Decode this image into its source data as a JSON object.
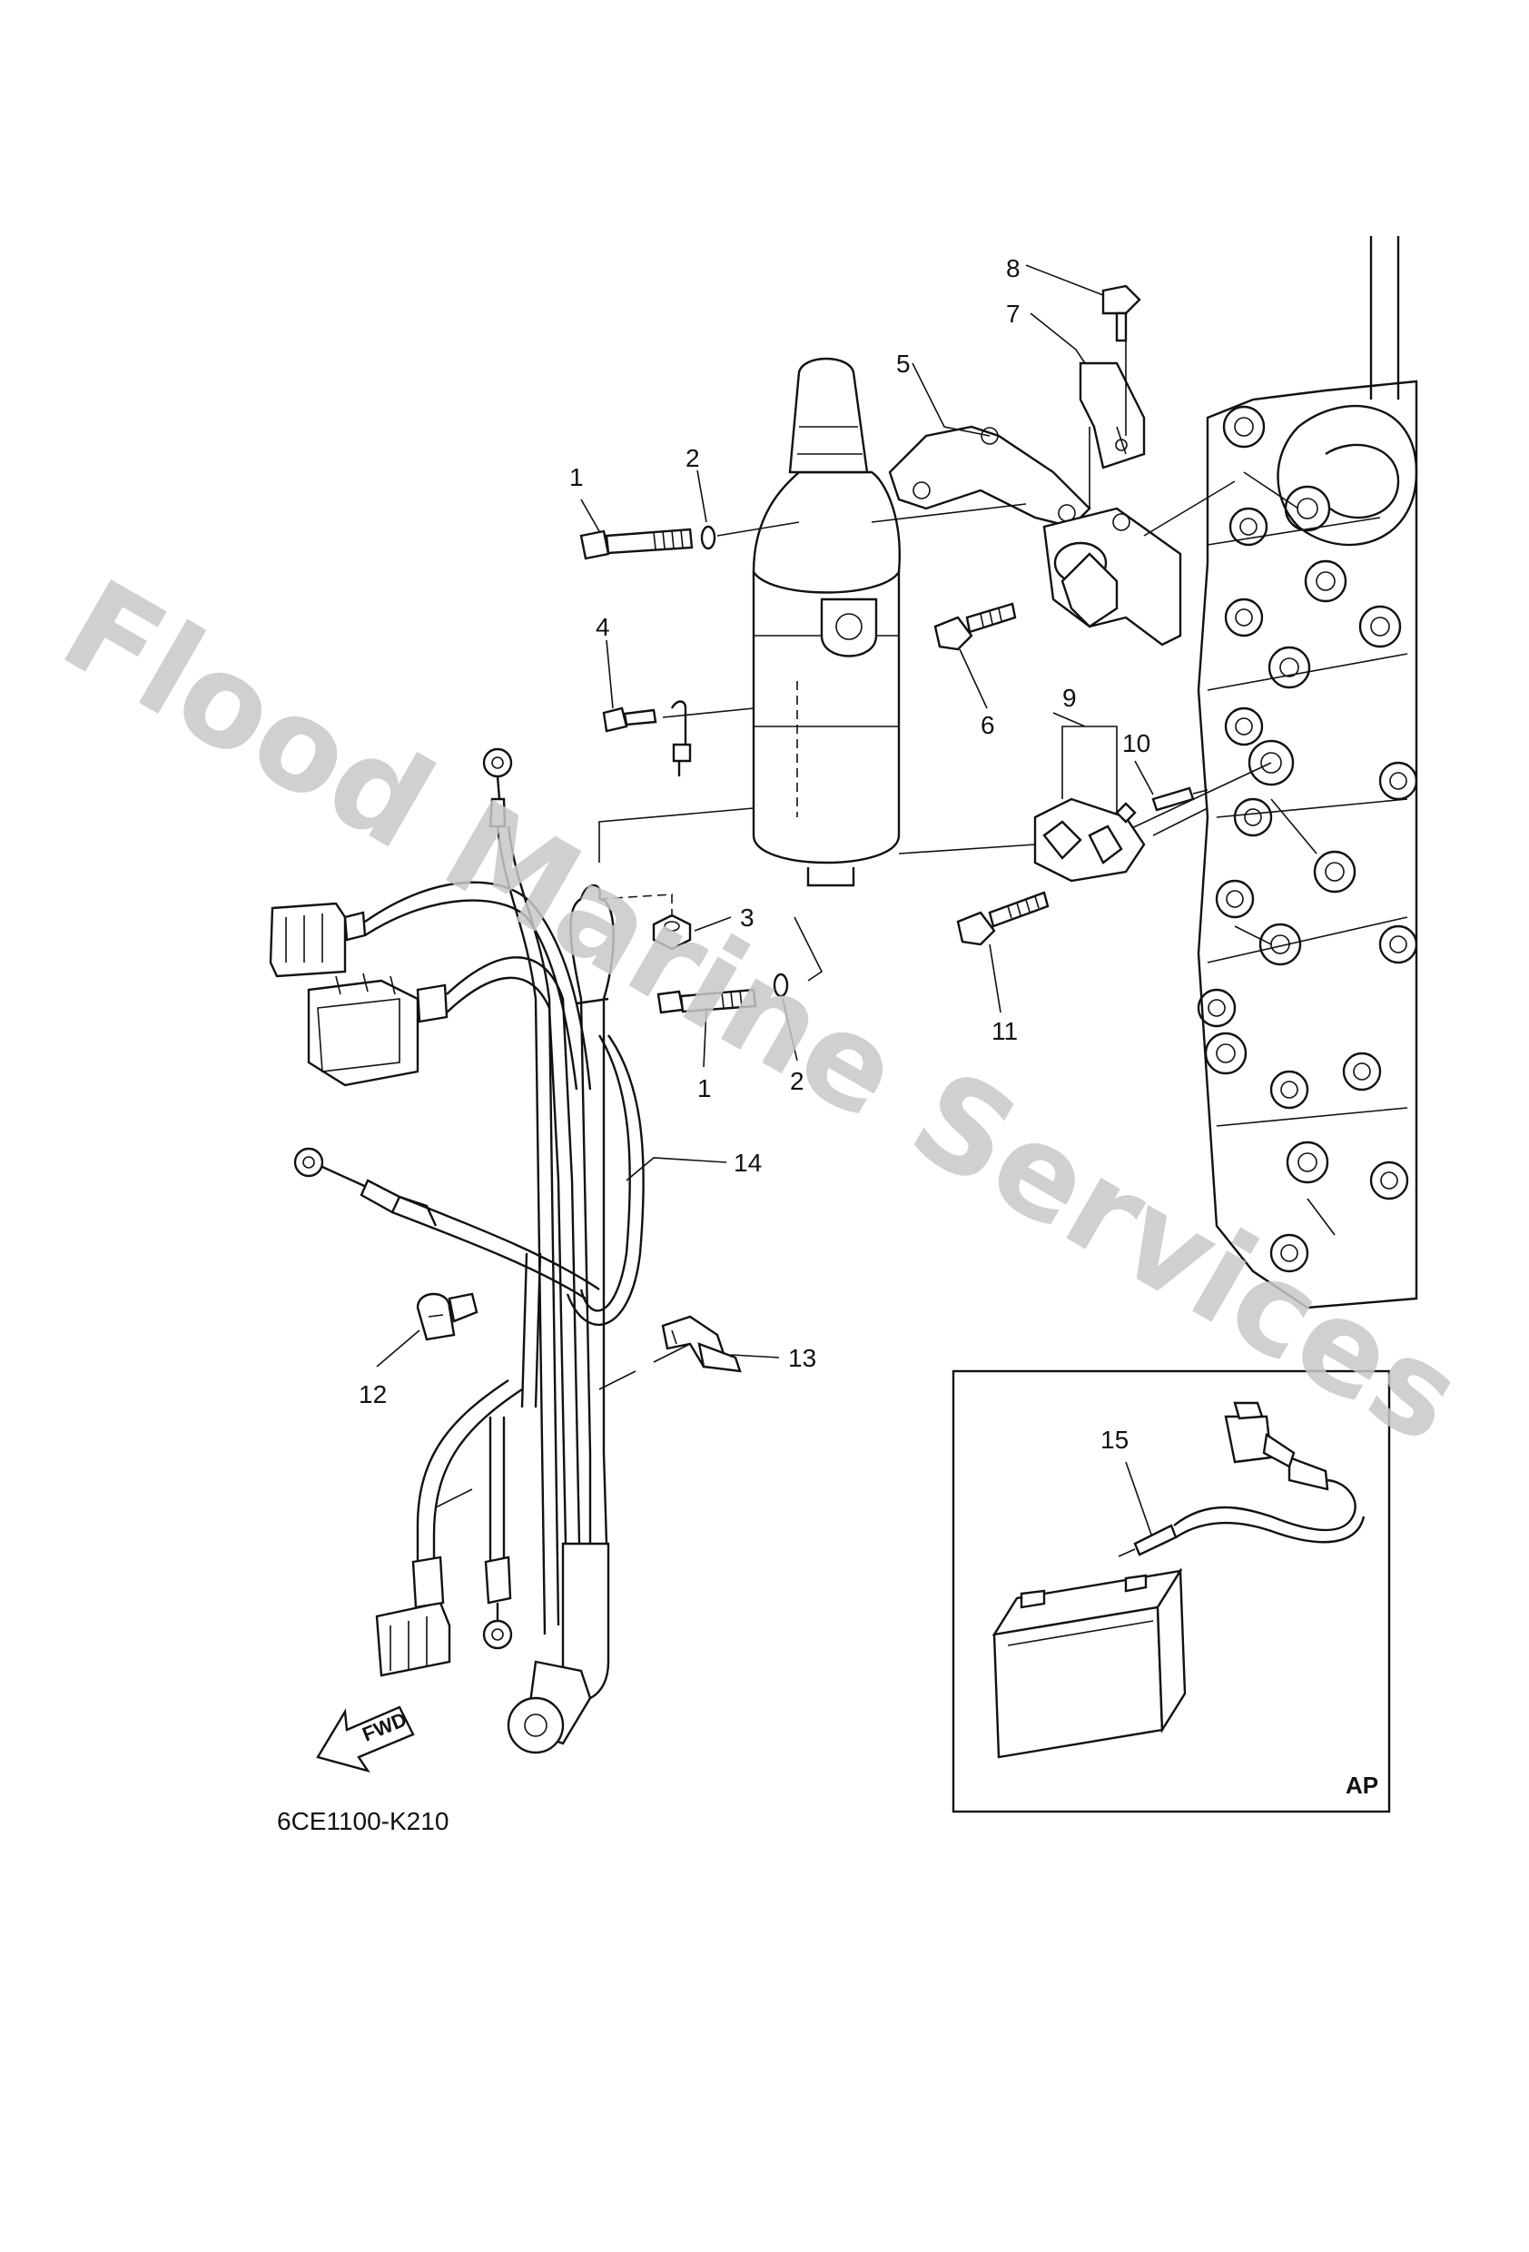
{
  "diagram": {
    "part_callouts": [
      "1",
      "2",
      "4",
      "5",
      "7",
      "8",
      "6",
      "9",
      "10",
      "3",
      "1",
      "2",
      "11",
      "14",
      "12",
      "13",
      "15"
    ],
    "drawing_code": "6CE1100-K210",
    "inset_label": "AP",
    "fwd_label": "FWD",
    "watermark": "Flood Marine Services"
  }
}
